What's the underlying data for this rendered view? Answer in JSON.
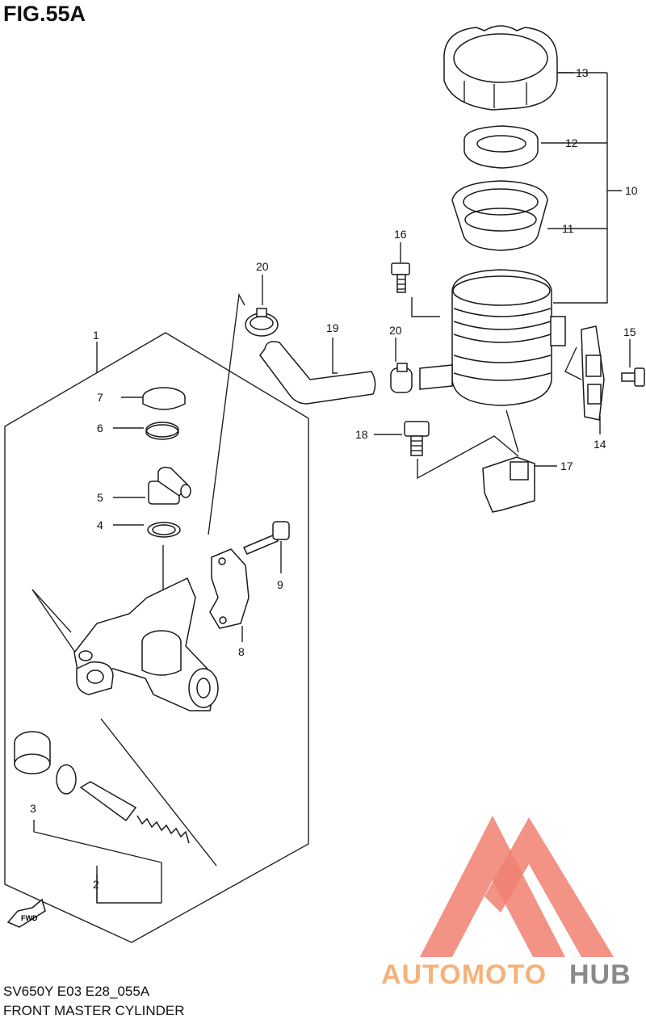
{
  "figure": {
    "title": "FIG.55A",
    "model_code": "SV650Y E03 E28_055A",
    "name": "FRONT MASTER CYLINDER"
  },
  "fwd_label": "FWD",
  "watermark": {
    "part1": "AUTOMOTO",
    "part2": "HUB",
    "colors": {
      "logo": "#f08070",
      "text1": "#f5b27a",
      "text2": "#8a8a8a"
    }
  },
  "callouts": {
    "c1": "1",
    "c2": "2",
    "c3": "3",
    "c4": "4",
    "c5": "5",
    "c6": "6",
    "c7": "7",
    "c8": "8",
    "c9": "9",
    "c10": "10",
    "c11": "11",
    "c12": "12",
    "c13": "13",
    "c14": "14",
    "c15": "15",
    "c16": "16",
    "c17": "17",
    "c18": "18",
    "c19": "19",
    "c20a": "20",
    "c20b": "20"
  }
}
